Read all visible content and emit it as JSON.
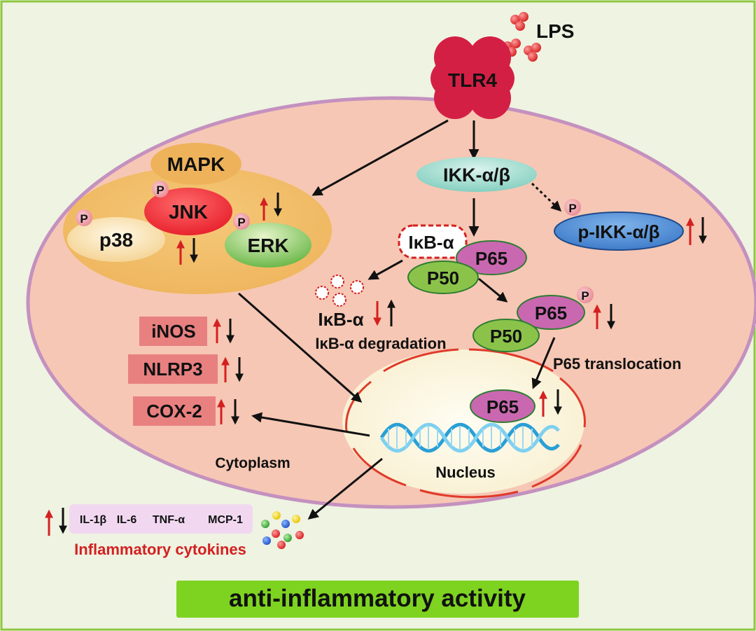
{
  "colors": {
    "background": "#eef3e2",
    "frame": "#8dc63f",
    "cell_fill": "#f6c7b4",
    "cell_border": "#c491bf",
    "mapk_fill": "#f0b866",
    "tlr4": "#d41f44",
    "jnk": "#e8232f",
    "erk": "#6cb84a",
    "ikk": "#8fd4c6",
    "p_ikk": "#3f7fce",
    "p65": "#c968b0",
    "p50": "#8bc34a",
    "nucleus": "#fbf4dc",
    "nucleus_border": "#e03a2a",
    "enzyme_box": "#e88080",
    "cytokine_box": "#f1d8f0",
    "bottom_bar": "#7ed321",
    "up_arrow": "#d42020",
    "down_arrow": "#111111"
  },
  "icons": {
    "phospho": "phosphate-badge",
    "up": "up-arrow",
    "down": "down-arrow"
  },
  "labels": {
    "lps": "LPS",
    "tlr4": "TLR4",
    "mapk": "MAPK",
    "jnk": "JNK",
    "p38": "p38",
    "erk": "ERK",
    "ikk": "IKK-α/β",
    "p_ikk": "p-IKK-α/β",
    "ikb": "IκB-α",
    "ikb_free": "IκB-α",
    "ikb_degradation": "IκB-α degradation",
    "p65": "P65",
    "p50": "P50",
    "p65_translocation": "P65 translocation",
    "phospho": "P",
    "inos": "iNOS",
    "nlrp3": "NLRP3",
    "cox2": "COX-2",
    "cytoplasm": "Cytoplasm",
    "nucleus": "Nucleus",
    "il1b": "IL-1β",
    "il6": "IL-6",
    "tnfa": "TNF-α",
    "mcp1": "MCP-1",
    "inflammatory_cytokines": "Inflammatory cytokines",
    "bottom_banner": "anti-inflammatory activity"
  }
}
